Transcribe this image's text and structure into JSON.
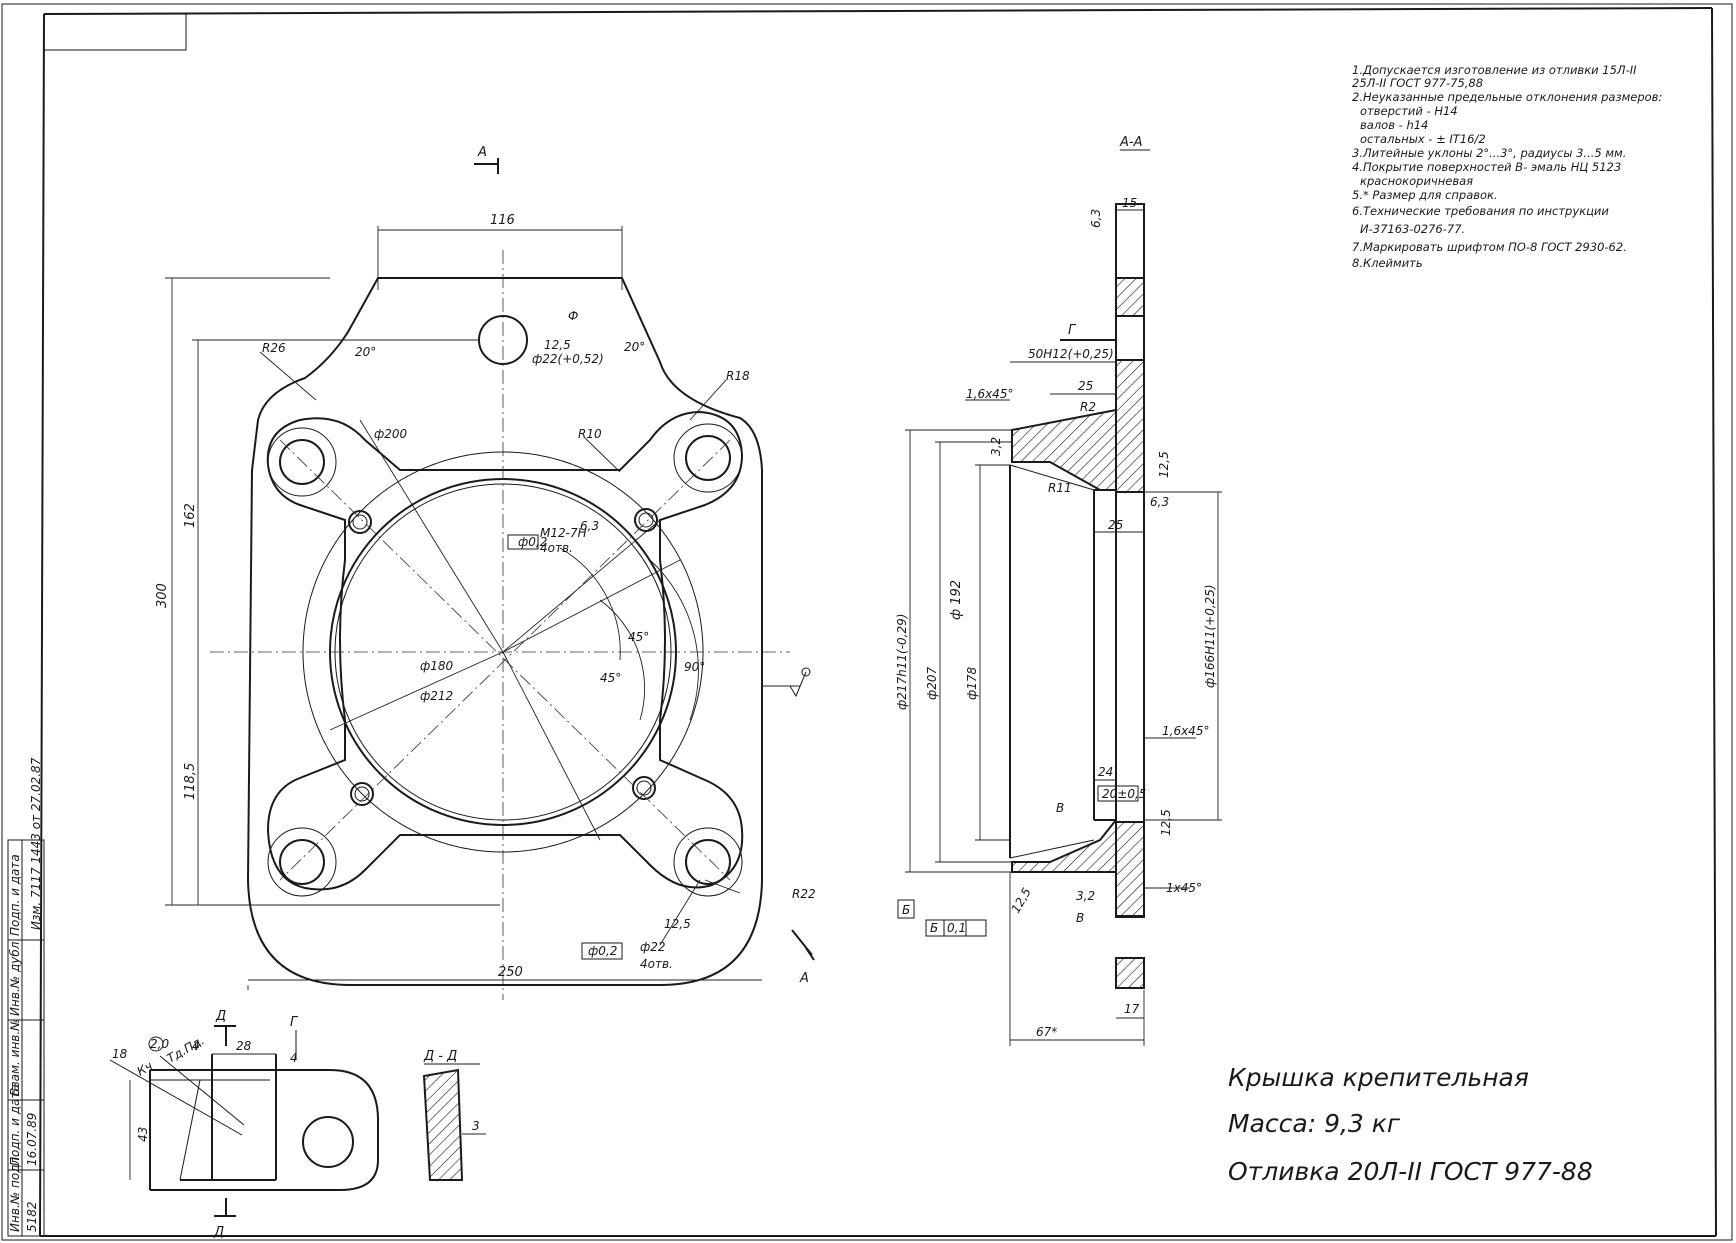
{
  "notes": [
    "1.Допускается изготовление из отливки 15Л-II",
    "25Л-II ГОСТ 977-75,88",
    "2.Неуказанные предельные отклонения размеров:",
    "отверстий - Н14",
    "валов - h14",
    "остальных - ± IT16/2",
    "3.Литейные уклоны 2°...3°, радиусы 3...5 мм.",
    "4.Покрытие поверхностей В- эмаль НЦ 5123",
    "краснокоричневая",
    "5.* Размер для справок.",
    "6.Технические требования по инструкции",
    "И-37163-0276-77.",
    "7.Маркировать шрифтом ПО-8 ГОСТ 2930-62.",
    "8.Клеймить"
  ],
  "title_block": {
    "name": "Крышка крепительная",
    "mass": "Масса: 9,3 кг",
    "casting": "Отливка 20Л-II ГОСТ 977-88"
  },
  "main_view": {
    "section_mark_top": "А",
    "section_mark_bottom": "А",
    "dims": {
      "top_width": "116",
      "width_250": "250",
      "height_300": "300",
      "height_162": "162",
      "height_118": "118,5",
      "angle_left": "20°",
      "angle_right": "20°",
      "r26": "R26",
      "r18": "R18",
      "r10": "R10",
      "r22": "R22",
      "d200": "ф200",
      "d22_top": "ф22(+0,52)",
      "roughness_top": "12,5",
      "roughness_bottom": "12,5",
      "thread_tol": "ф0,2",
      "thread": "M12-7H",
      "thread_count": "4отв.",
      "thread_rough": "6,3",
      "d180": "ф180",
      "d212": "ф212",
      "ang45a": "45°",
      "ang45b": "45°",
      "ang90": "90°",
      "holes_tol": "ф0,2",
      "holes_d": "ф22",
      "holes_count": "4отв.",
      "marker_circle": "Ф"
    }
  },
  "section_view": {
    "label": "А-А",
    "arrow_g": "Г",
    "dims": {
      "d15": "15",
      "rough63_top": "6,3",
      "d50": "50Н12(+0,25)",
      "d25_top": "25",
      "r2": "R2",
      "chamfer_top": "1,6х45°",
      "rough32": "3,2",
      "r11": "R11",
      "rough125_right": "12,5",
      "d25_mid": "25",
      "d192": "ф 192",
      "rough63_right": "6,3",
      "d217": "ф217h11(-0,29)",
      "d207": "ф207",
      "d178": "ф178",
      "d166": "ф166Н11(+0,25)",
      "chamfer_mid": "1,6х45°",
      "d24": "24",
      "d20": "20±0,5",
      "label_v_top": "В",
      "rough125_small": "12,5",
      "chamfer_low": "1х45°",
      "rough32_low": "3,2",
      "label_v_bottom": "В",
      "rough125_left": "12,5",
      "datum": "Б",
      "tol_frame_datum": "Б",
      "tol_frame_value": "0,1",
      "d17": "17",
      "d67": "67*"
    }
  },
  "detail_view": {
    "d_mark_top": "Д",
    "d_mark_bottom": "Д",
    "g_mark": "Г",
    "label_kv": "Кч",
    "label_tadla": "Тд.Пд.",
    "label_18": "18",
    "rough": "2,0",
    "d4a": "4",
    "d28": "28",
    "d4b": "4",
    "d43": "43"
  },
  "section_d": {
    "label": "Д - Д",
    "thickness": "3"
  },
  "side_stamp": {
    "cells": [
      "Инв.№ подл.",
      "Подп. и дата",
      "Взам. инв.№",
      "Инв.№ дубл.",
      "Подп. и дата"
    ],
    "values": [
      "5182",
      "16.07.89",
      "",
      "",
      ""
    ],
    "handwritten": "Изм. 7117 1443 от 27.02.87"
  }
}
